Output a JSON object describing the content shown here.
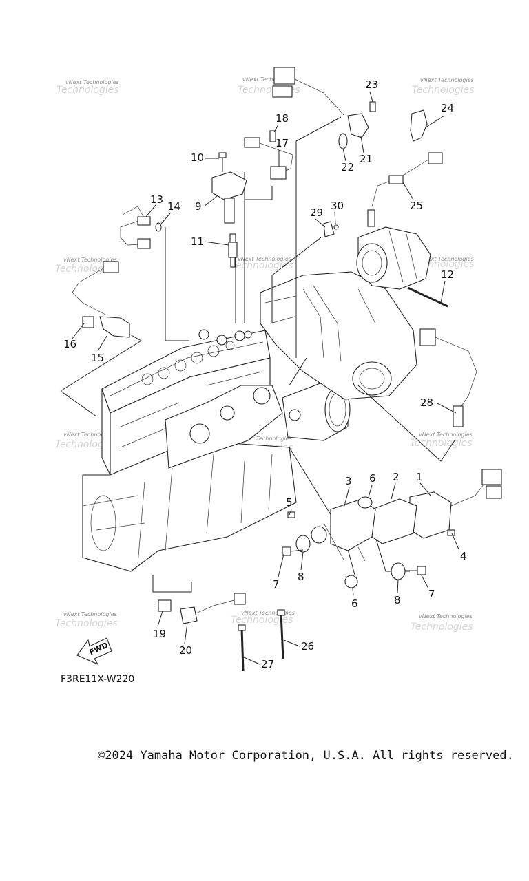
{
  "diagram": {
    "code": "F3RE11X-W220",
    "fwd_label": "FWD",
    "watermark": "vNext Technologies",
    "callouts": [
      "1",
      "2",
      "3",
      "4",
      "5",
      "6",
      "6",
      "7",
      "7",
      "8",
      "8",
      "9",
      "10",
      "11",
      "12",
      "13",
      "14",
      "15",
      "16",
      "17",
      "18",
      "19",
      "20",
      "21",
      "22",
      "23",
      "24",
      "25",
      "26",
      "27",
      "28",
      "29",
      "30"
    ]
  },
  "footer": {
    "copyright": "©2024 Yamaha Motor Corporation, U.S.A. All rights reserved."
  }
}
